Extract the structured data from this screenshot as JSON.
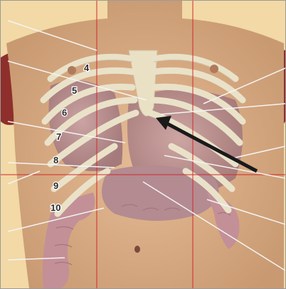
{
  "figure": {
    "rib_labels": [
      "4",
      "5",
      "6",
      "7",
      "8",
      "9",
      "10"
    ]
  },
  "colors": {
    "background": "#f2d9a6",
    "skin": "#dcae86",
    "bone": "#e9e2c9",
    "organ": "#b98f95",
    "colon": "#c39097",
    "muscle": "#8e2f2b",
    "guideline": "#d12a2a",
    "arrow": "#1a1a1a"
  }
}
